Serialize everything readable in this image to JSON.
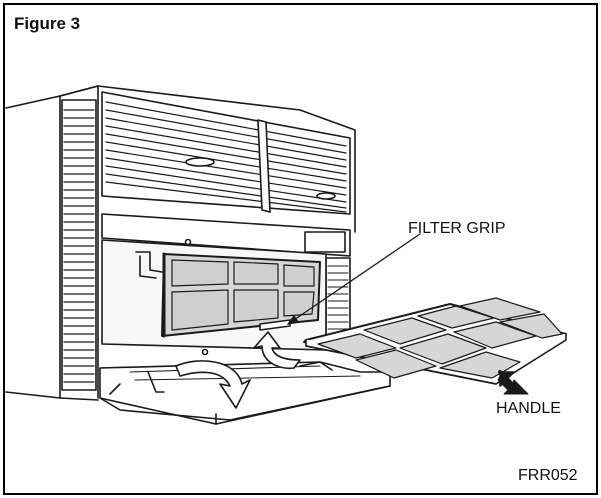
{
  "figure": {
    "title": "Figure 3",
    "figure_code": "FRR052"
  },
  "callouts": {
    "filter_grip": "FILTER GRIP",
    "handle": "HANDLE"
  },
  "colors": {
    "line": "#1a1a1a",
    "filter_fill": "#d6d6d6",
    "filter_cell": "#cfcfcf",
    "unit_shadow": "#efefef"
  },
  "icons": [
    "curved-arrow-down-icon",
    "curved-arrow-up-icon",
    "pointer-arrow-icon"
  ]
}
